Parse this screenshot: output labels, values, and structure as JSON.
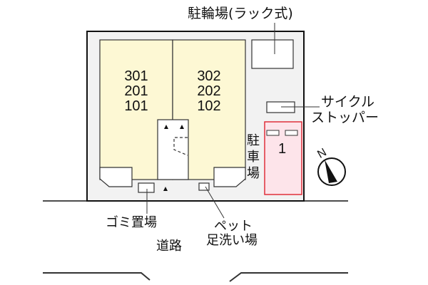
{
  "colors": {
    "site_fill": "#f2f2f2",
    "unit_fill": "#fdf8d4",
    "parking_fill": "#fde4ea",
    "parking_border": "#e0303a",
    "line": "#111111"
  },
  "labels": {
    "bicycle_parking": "駐輪場(ラック式)",
    "cycle_stopper_line1": "サイクル",
    "cycle_stopper_line2": "ストッパー",
    "parking_vertical": [
      "駐",
      "車",
      "場"
    ],
    "parking_space_number": "1",
    "garbage": "ゴミ置場",
    "pet_line1": "ペット",
    "pet_line2": "足洗い場",
    "road": "道路",
    "north": "N"
  },
  "units": [
    {
      "name": "left-unit",
      "rooms": [
        "301",
        "201",
        "101"
      ]
    },
    {
      "name": "right-unit",
      "rooms": [
        "302",
        "202",
        "102"
      ]
    }
  ]
}
